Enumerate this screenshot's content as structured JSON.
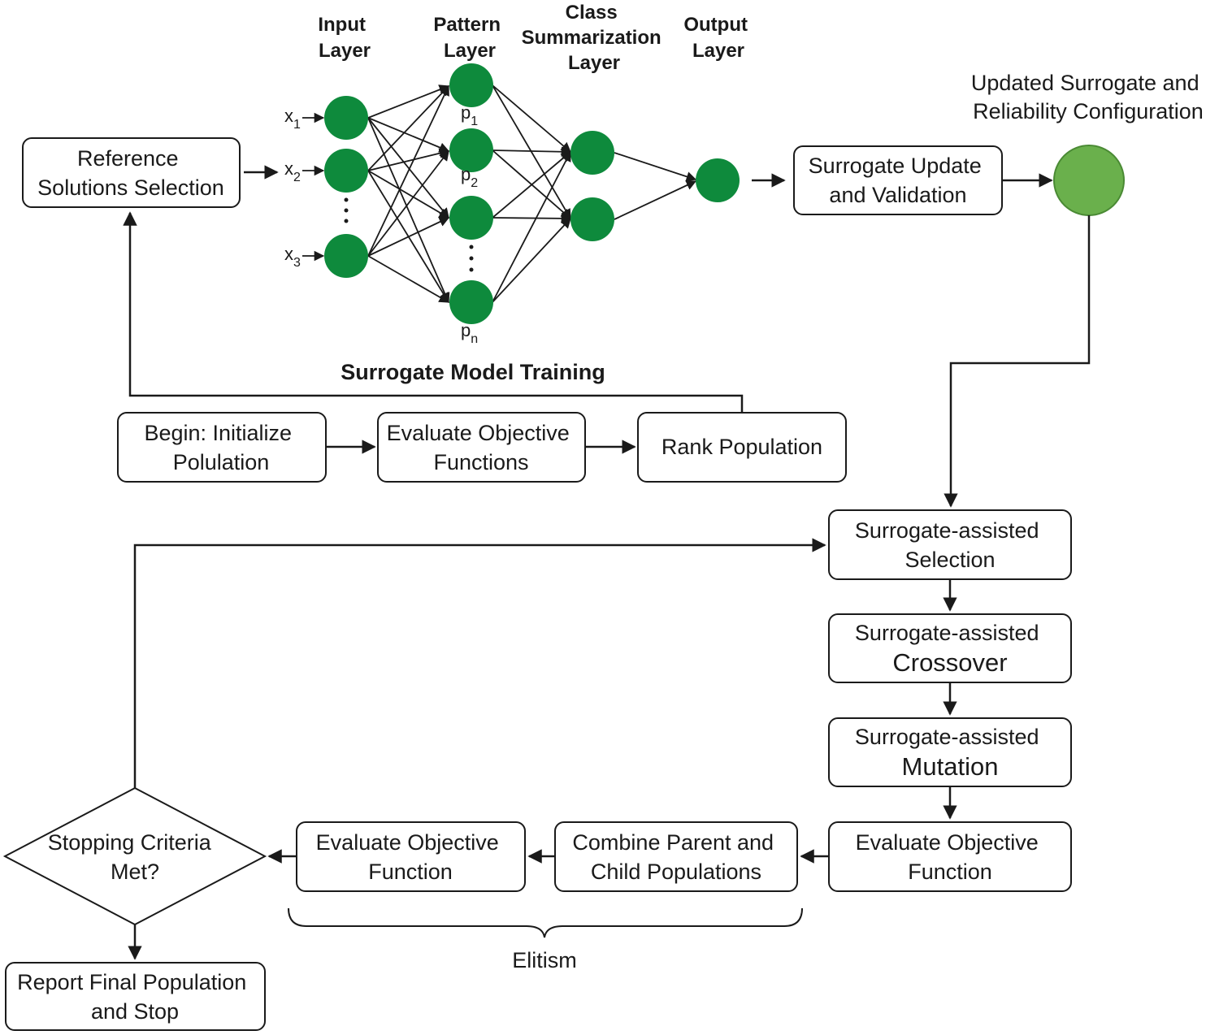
{
  "network": {
    "layers": {
      "input": [
        "Input",
        "Layer"
      ],
      "pattern": [
        "Pattern",
        "Layer"
      ],
      "summary": [
        "Class",
        "Summarization",
        "Layer"
      ],
      "output": [
        "Output",
        "Layer"
      ]
    },
    "inputs": [
      {
        "base": "x",
        "sub": "1"
      },
      {
        "base": "x",
        "sub": "2"
      },
      {
        "base": "x",
        "sub": "3"
      }
    ],
    "patterns": [
      {
        "base": "p",
        "sub": "1"
      },
      {
        "base": "p",
        "sub": "2"
      },
      {
        "base": "p",
        "sub": "n"
      }
    ],
    "title": "Surrogate Model Training",
    "node_color": "#0e8a3c"
  },
  "updated_config": {
    "label": [
      "Updated Surrogate and",
      "Reliability Configuration"
    ],
    "color": "#6ab04c"
  },
  "boxes": {
    "reference": [
      "Reference",
      "Solutions Selection"
    ],
    "surrogate_update": [
      "Surrogate Update",
      "and Validation"
    ],
    "begin": [
      "Begin: Initialize",
      "Polulation"
    ],
    "evaluate_objectives": [
      "Evaluate Objective",
      "Functions"
    ],
    "rank": [
      "Rank Population"
    ],
    "sa_selection": [
      "Surrogate-assisted",
      "Selection"
    ],
    "sa_crossover": [
      "Surrogate-assisted",
      "Crossover"
    ],
    "sa_mutation": [
      "Surrogate-assisted",
      "Mutation"
    ],
    "evaluate_right": [
      "Evaluate Objective",
      "Function"
    ],
    "combine": [
      "Combine Parent and",
      "Child Populations"
    ],
    "evaluate_mid": [
      "Evaluate Objective",
      "Function"
    ],
    "stopping": [
      "Stopping Criteria",
      "Met?"
    ],
    "report": [
      "Report Final Population",
      "and Stop"
    ]
  },
  "elitism_label": "Elitism"
}
